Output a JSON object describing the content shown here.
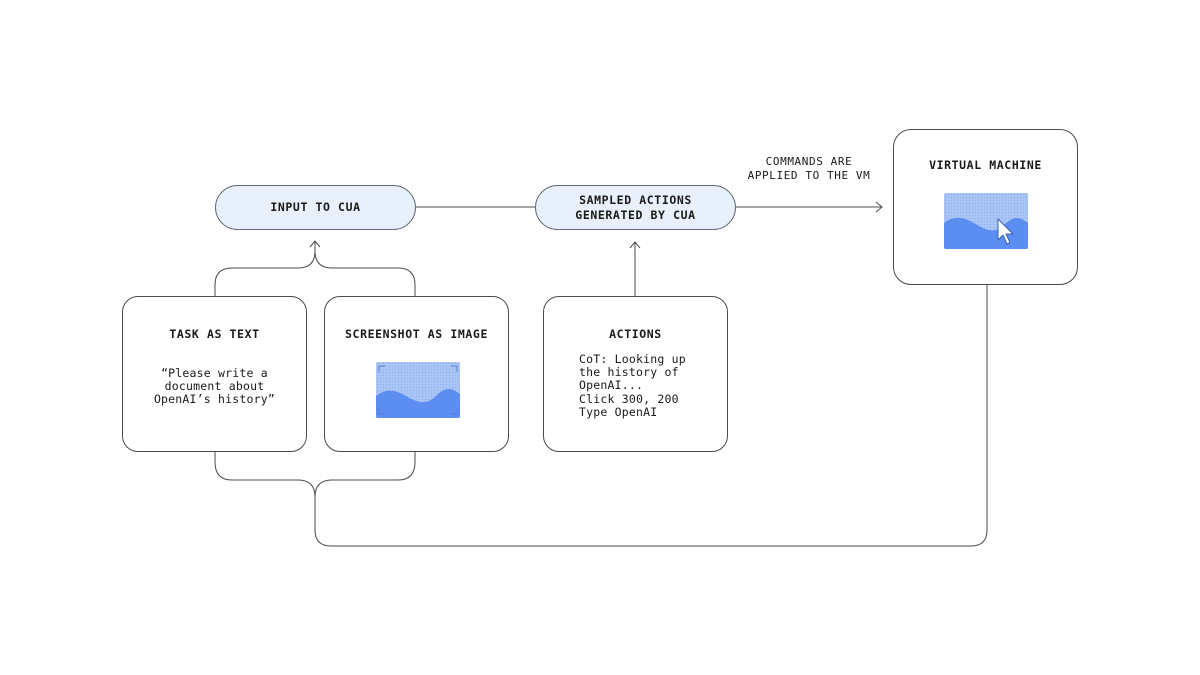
{
  "nodes": {
    "input_pill": {
      "label": "INPUT TO CUA"
    },
    "sampled_pill": {
      "label": "SAMPLED ACTIONS\nGENERATED BY CUA"
    },
    "task_card": {
      "title": "TASK AS TEXT",
      "body": "“Please write a\ndocument about\nOpenAI’s history”"
    },
    "screenshot_card": {
      "title": "SCREENSHOT AS IMAGE",
      "image_icon": "landscape-image-icon"
    },
    "actions_card": {
      "title": "ACTIONS",
      "body": "CoT: Looking up\nthe history of\nOpenAI...\nClick 300, 200\nType OpenAI"
    },
    "vm_card": {
      "title": "VIRTUAL MACHINE",
      "image_icon": "screen-with-cursor-icon"
    }
  },
  "edges": {
    "commands_label": "COMMANDS ARE\nAPPLIED TO THE VM"
  },
  "colors": {
    "pill_fill": "#e8f0fb",
    "line": "#4a4a4a",
    "image_light": "#a9c4f5",
    "image_dark": "#5b8ef0"
  }
}
